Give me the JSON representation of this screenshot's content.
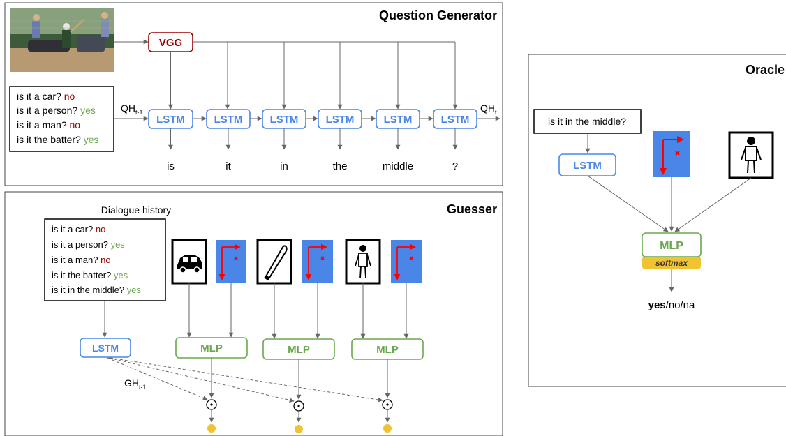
{
  "question_generator": {
    "title": "Question Generator",
    "vgg_label": "VGG",
    "lstm_label": "LSTM",
    "qh_in": "QH",
    "qh_in_sub": "t-1",
    "qh_out": "QH",
    "qh_out_sub": "t",
    "history": [
      {
        "q": "is it a car?",
        "a": "no",
        "kind": "no"
      },
      {
        "q": "is it a person?",
        "a": "yes",
        "kind": "yes"
      },
      {
        "q": "is it a man?",
        "a": "no",
        "kind": "no"
      },
      {
        "q": "is it the batter?",
        "a": "yes",
        "kind": "yes"
      }
    ],
    "output_words": [
      "is",
      "it",
      "in",
      "the",
      "middle",
      "?"
    ]
  },
  "guesser": {
    "title": "Guesser",
    "history_label": "Dialogue history",
    "history": [
      {
        "q": "is it a car?",
        "a": "no",
        "kind": "no"
      },
      {
        "q": "is it a person?",
        "a": "yes",
        "kind": "yes"
      },
      {
        "q": "is it a man?",
        "a": "no",
        "kind": "no"
      },
      {
        "q": "is it the batter?",
        "a": "yes",
        "kind": "yes"
      },
      {
        "q": "is it in the middle?",
        "a": "yes",
        "kind": "yes"
      }
    ],
    "lstm_label": "LSTM",
    "mlp_label": "MLP",
    "gh": "GH",
    "gh_sub": "t-1",
    "dot_symbol": "⊙"
  },
  "oracle": {
    "title": "Oracle",
    "question": "is it in the middle?",
    "lstm_label": "LSTM",
    "mlp_label": "MLP",
    "softmax_label": "softmax",
    "answer_bold": "yes",
    "answer_rest": "/no/na"
  },
  "colors": {
    "lstm": "#4a86e8",
    "mlp": "#6aa84f",
    "vgg": "#990000",
    "no": "#990000",
    "yes": "#6aa84f",
    "spatial_bg": "#4a86e8",
    "spatial_arrow": "#ff0000",
    "softmax_bg": "#f1c232",
    "result_dot": "#f1c232",
    "arrow": "#666666"
  },
  "icons": [
    "photo-thumbnail",
    "car-icon",
    "bat-icon",
    "person-icon",
    "spatial-box-icon"
  ]
}
